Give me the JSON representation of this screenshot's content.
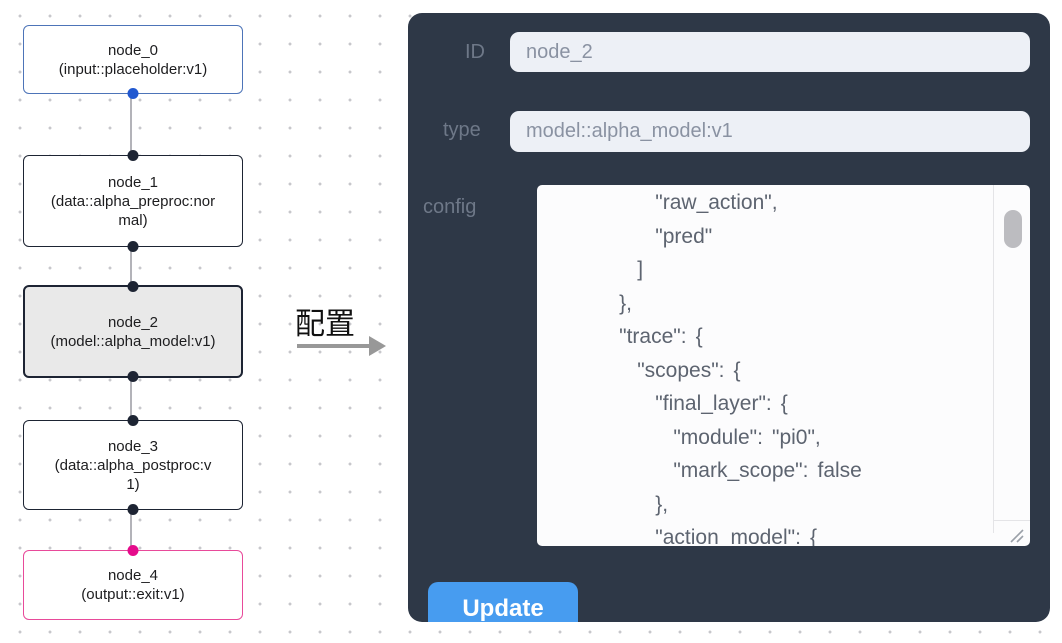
{
  "flow": {
    "nodes": [
      {
        "title": "node_0",
        "subtitle": "(input::placeholder:v1)"
      },
      {
        "title": "node_1",
        "subtitle": "(data::alpha_preproc:normal)"
      },
      {
        "title": "node_2",
        "subtitle": "(model::alpha_model:v1)"
      },
      {
        "title": "node_3",
        "subtitle": "(data::alpha_postproc:v1)"
      },
      {
        "title": "node_4",
        "subtitle": "(output::exit:v1)"
      }
    ],
    "arrow_label": "配置"
  },
  "panel": {
    "id_label": "ID",
    "id_value": "node_2",
    "type_label": "type",
    "type_value": "model::alpha_model:v1",
    "config_label": "config",
    "config_value": "        \"raw_action\",\n        \"pred\"\n      ]\n    },\n    \"trace\": {\n      \"scopes\": {\n        \"final_layer\": {\n          \"module\": \"pi0\",\n          \"mark_scope\": false\n        },\n        \"action_model\": {",
    "update_label": "Update"
  },
  "colors": {
    "accent_blue": "#479cf0",
    "panel_bg": "#2e3847",
    "node_input_border": "#4d74b8",
    "node_default_border": "#1d2433",
    "node_output_border": "#e84a9a",
    "selected_node_bg": "#e9e9e9",
    "handle_blue": "#2158d0",
    "handle_dark": "#1d2433",
    "handle_pink": "#e50b8b",
    "edge_gray": "#b3b3b9"
  }
}
